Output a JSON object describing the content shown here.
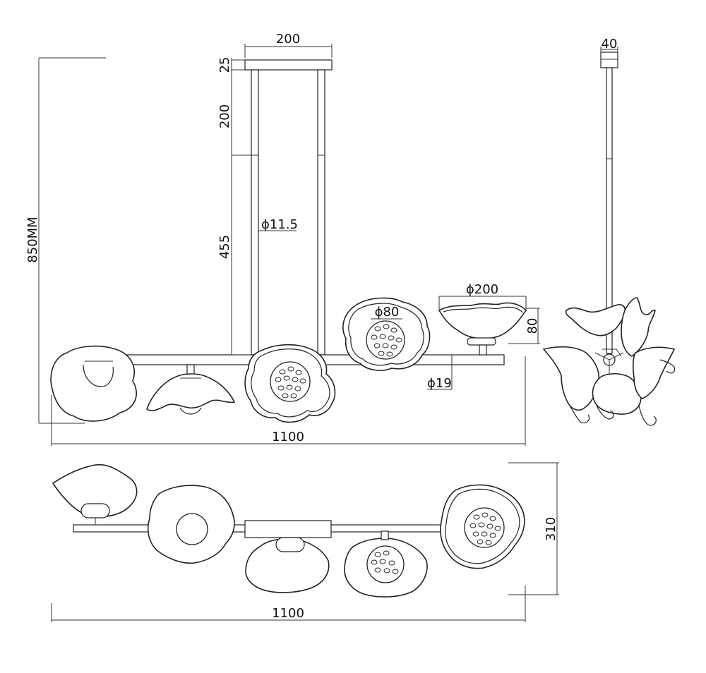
{
  "dimensions": {
    "canopy_width": "200",
    "canopy_height": "25",
    "rod_upper": "200",
    "rod_lower": "455",
    "rod_diameter": "ϕ11.5",
    "total_height": "850MM",
    "shade_diameter": "ϕ200",
    "shade_height": "80",
    "bulb_diameter": "ϕ80",
    "bar_diameter": "ϕ19",
    "front_width": "1100",
    "side_top": "40",
    "top_depth": "310",
    "top_width": "1100"
  }
}
